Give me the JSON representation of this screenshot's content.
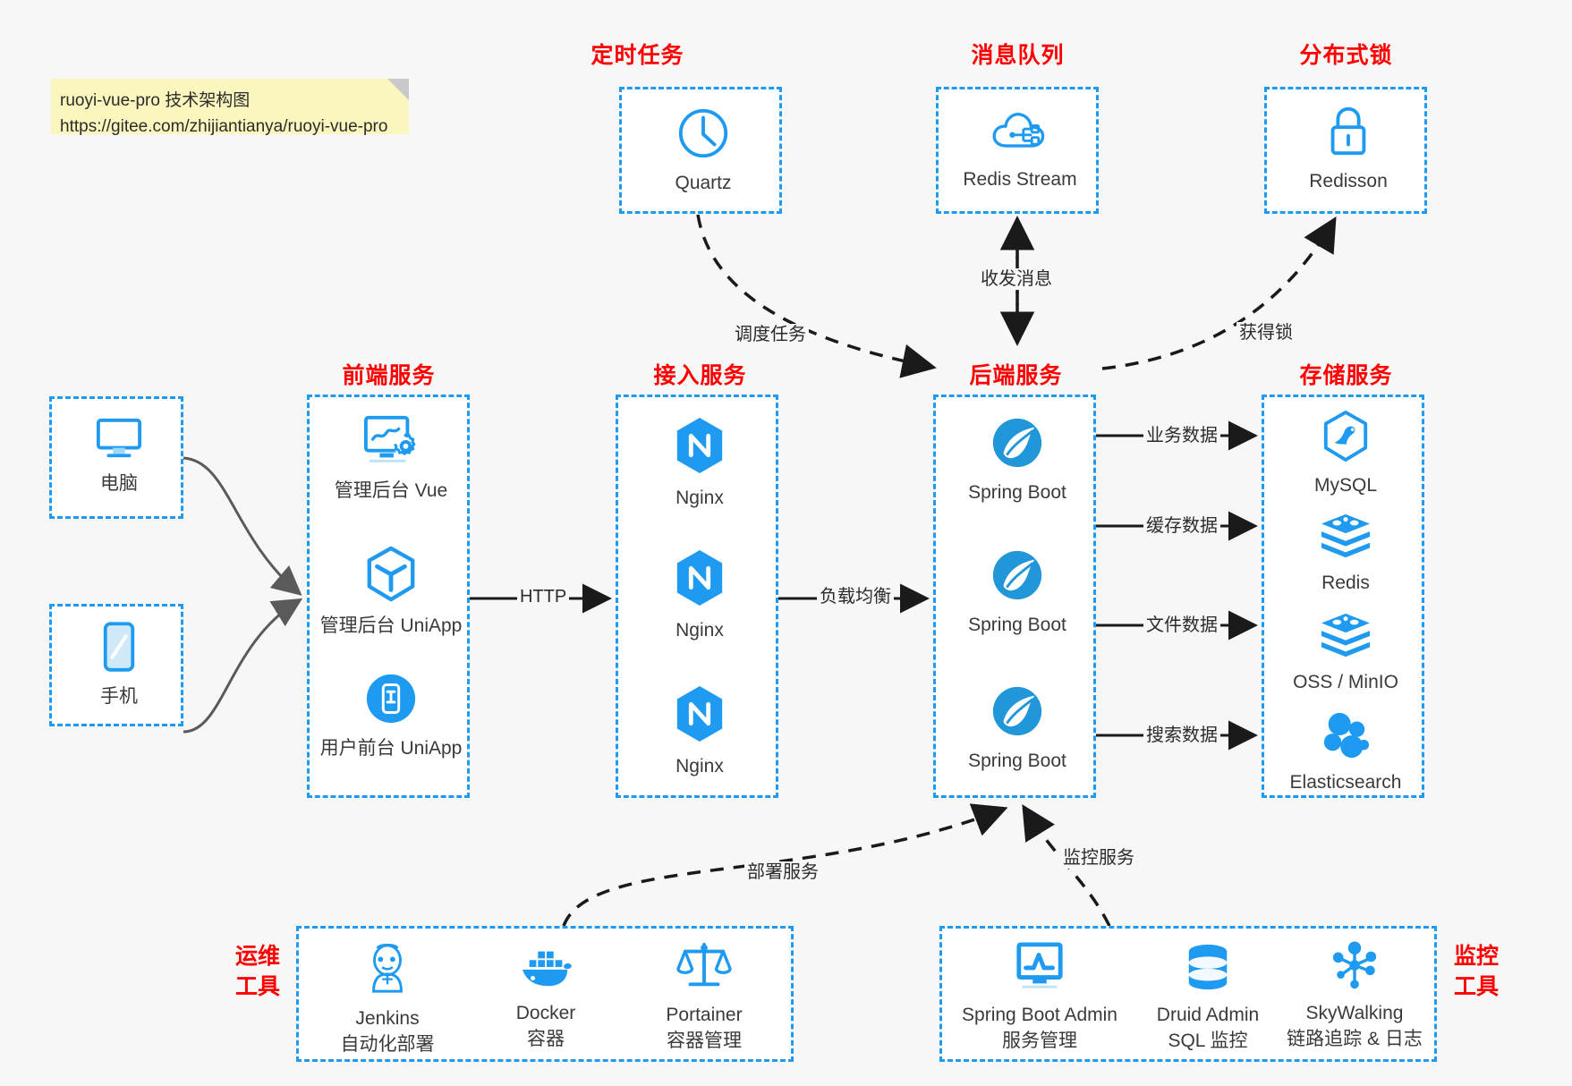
{
  "note": {
    "line1": "ruoyi-vue-pro 技术架构图",
    "line2": "https://gitee.com/zhijiantianya/ruoyi-vue-pro"
  },
  "groups": {
    "scheduler": {
      "title": "定时任务",
      "items": [
        {
          "label": "Quartz",
          "icon": "clock-icon"
        }
      ]
    },
    "mq": {
      "title": "消息队列",
      "items": [
        {
          "label": "Redis Stream",
          "icon": "cloud-stream-icon"
        }
      ]
    },
    "lock": {
      "title": "分布式锁",
      "items": [
        {
          "label": "Redisson",
          "icon": "lock-icon"
        }
      ]
    },
    "clients": {
      "items": [
        {
          "label": "电脑",
          "icon": "desktop-icon"
        },
        {
          "label": "手机",
          "icon": "mobile-icon"
        }
      ]
    },
    "frontend": {
      "title": "前端服务",
      "items": [
        {
          "label": "管理后台 Vue",
          "icon": "dashboard-icon"
        },
        {
          "label": "管理后台 UniApp",
          "icon": "cube-icon"
        },
        {
          "label": "用户前台 UniApp",
          "icon": "phone-app-icon"
        }
      ]
    },
    "gateway": {
      "title": "接入服务",
      "items": [
        {
          "label": "Nginx",
          "icon": "nginx-icon"
        },
        {
          "label": "Nginx",
          "icon": "nginx-icon"
        },
        {
          "label": "Nginx",
          "icon": "nginx-icon"
        }
      ]
    },
    "backend": {
      "title": "后端服务",
      "items": [
        {
          "label": "Spring Boot",
          "icon": "spring-boot-icon"
        },
        {
          "label": "Spring Boot",
          "icon": "spring-boot-icon"
        },
        {
          "label": "Spring Boot",
          "icon": "spring-boot-icon"
        }
      ]
    },
    "storage": {
      "title": "存储服务",
      "items": [
        {
          "label": "MySQL",
          "icon": "mysql-icon"
        },
        {
          "label": "Redis",
          "icon": "redis-icon"
        },
        {
          "label": "OSS / MinIO",
          "icon": "redis-icon"
        },
        {
          "label": "Elasticsearch",
          "icon": "elasticsearch-icon"
        }
      ]
    },
    "devops": {
      "side_title_l1": "运维",
      "side_title_l2": "工具",
      "items": [
        {
          "label": "Jenkins",
          "sub": "自动化部署",
          "icon": "jenkins-icon"
        },
        {
          "label": "Docker",
          "sub": "容器",
          "icon": "docker-icon"
        },
        {
          "label": "Portainer",
          "sub": "容器管理",
          "icon": "scales-icon"
        }
      ]
    },
    "monitor": {
      "side_title_l1": "监控",
      "side_title_l2": "工具",
      "items": [
        {
          "label": "Spring Boot Admin",
          "sub": "服务管理",
          "icon": "monitor-chart-icon"
        },
        {
          "label": "Druid Admin",
          "sub": "SQL 监控",
          "icon": "database-icon"
        },
        {
          "label": "SkyWalking",
          "sub": "链路追踪 & 日志",
          "icon": "skywalking-icon"
        }
      ]
    }
  },
  "edges": {
    "http": "HTTP",
    "lb": "负载均衡",
    "schedule": "调度任务",
    "mq_msg": "收发消息",
    "get_lock": "获得锁",
    "biz_data": "业务数据",
    "cache_data": "缓存数据",
    "file_data": "文件数据",
    "search_data": "搜索数据",
    "deploy": "部署服务",
    "monitoring": "监控服务"
  },
  "colors": {
    "accent_blue": "#1E9BF0",
    "header_red": "#FF0000",
    "canvas": "#f7f7f7",
    "note_yellow": "#FAF6BE",
    "edge_black": "#1a1a1a",
    "edge_gray": "#5a5a5a"
  }
}
